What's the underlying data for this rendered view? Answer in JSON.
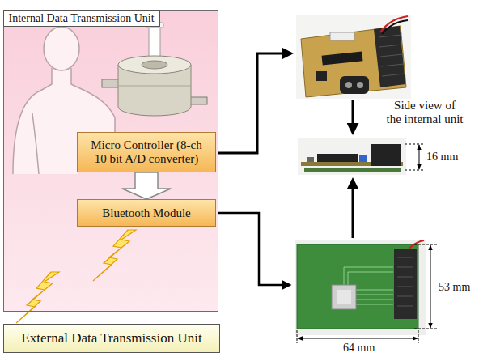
{
  "diagram": {
    "nodes": [
      {
        "text": [
          "Internal Data Transmission Unit"
        ]
      },
      {
        "text": [
          "Micro Controller (8-ch 10 bit A/D converter)"
        ],
        "in": 0
      },
      {
        "text": [
          "Bluetooth Module"
        ],
        "in": 0
      },
      {
        "text": [
          "External Data Transmission Unit"
        ]
      }
    ],
    "edges": [
      {
        "from": 1,
        "to": 2,
        "arrow": "to"
      }
    ],
    "labels": [
      "Side view of the internal unit",
      "16 mm",
      "53 mm",
      "64 mm"
    ]
  }
}
